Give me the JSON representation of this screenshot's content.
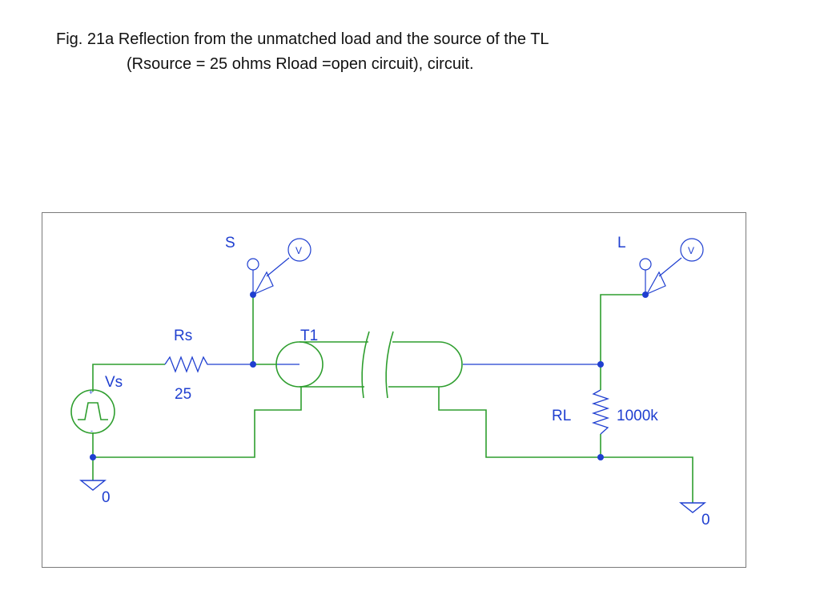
{
  "caption": {
    "line1": "Fig. 21a  Reflection from the unmatched load and the source of the TL",
    "line2": "(Rsource = 25 ohms Rload =open circuit), circuit."
  },
  "schematic": {
    "probe_source_label": "S",
    "probe_load_label": "L",
    "voltmeter_symbol_source": "V",
    "voltmeter_symbol_load": "V",
    "rs_label": "Rs",
    "rs_value": "25",
    "tline_label": "T1",
    "vs_label": "Vs",
    "vs_plus": "+",
    "vs_minus": "-",
    "rl_label": "RL",
    "rl_value": "1000k",
    "ground_left_label": "0",
    "ground_right_label": "0"
  },
  "colors": {
    "wire": "#2e9e2e",
    "component": "#1f3fd0",
    "node": "#1f3fd0",
    "frame": "#7a7a7a"
  }
}
